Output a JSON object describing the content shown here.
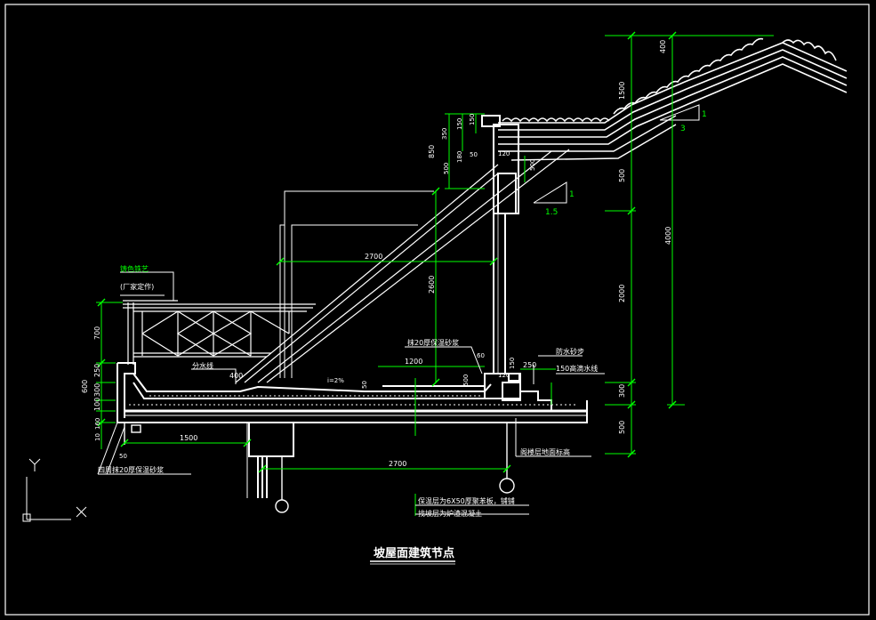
{
  "drawing": {
    "title": "坡屋面建筑节点",
    "colors": {
      "background": "#000000",
      "lines": "#ffffff",
      "dimensions": "#00ff00",
      "frame": "#ffffff"
    },
    "ucs": {
      "x_label": "X",
      "y_label": "Y"
    },
    "labels": {
      "railing_line1": "铸色铁艺",
      "railing_line2": "(厂家定作)",
      "drain_line": "分水线",
      "slope": "i=2%",
      "mortar_top": "抹20厚保温砂浆",
      "mortar_bottom": "四周抹20厚保温砂浆",
      "waterproof": "防水砂步",
      "eave_line": "150高滴水线",
      "floor_elev": "阁楼层地面标高",
      "insulation": "保温层为6X50厚聚苯板，铺铺",
      "slope_layer": "找坡层为炉渣混凝土"
    },
    "dims": {
      "d400_top": "400",
      "d1500_right": "1500",
      "d500_a": "500",
      "d4000": "4000",
      "d2000": "2000",
      "d300": "300",
      "d500_b": "500",
      "d2700_top": "2700",
      "d2600": "2600",
      "d1200": "1200",
      "d2700_bottom": "2700",
      "d1500_bottom": "1500",
      "d400_drain": "400",
      "d700": "700",
      "d250": "250",
      "d250b": "250",
      "d600": "600",
      "d300b": "300",
      "d100": "100",
      "d10": "10",
      "d160": "160",
      "d50_bottom": "50",
      "d850": "850",
      "d350": "350",
      "d50": "50",
      "d150": "150",
      "d500_c": "500",
      "d180": "180",
      "d120": "120",
      "d120b": "120",
      "d500_d": "500",
      "d60": "60",
      "d150b": "150",
      "d50b": "50",
      "d500_e": "500",
      "d150c": "150",
      "slope1_v": "1",
      "slope1_h": "3",
      "slope2_v": "1",
      "slope2_h": "1.5"
    }
  }
}
